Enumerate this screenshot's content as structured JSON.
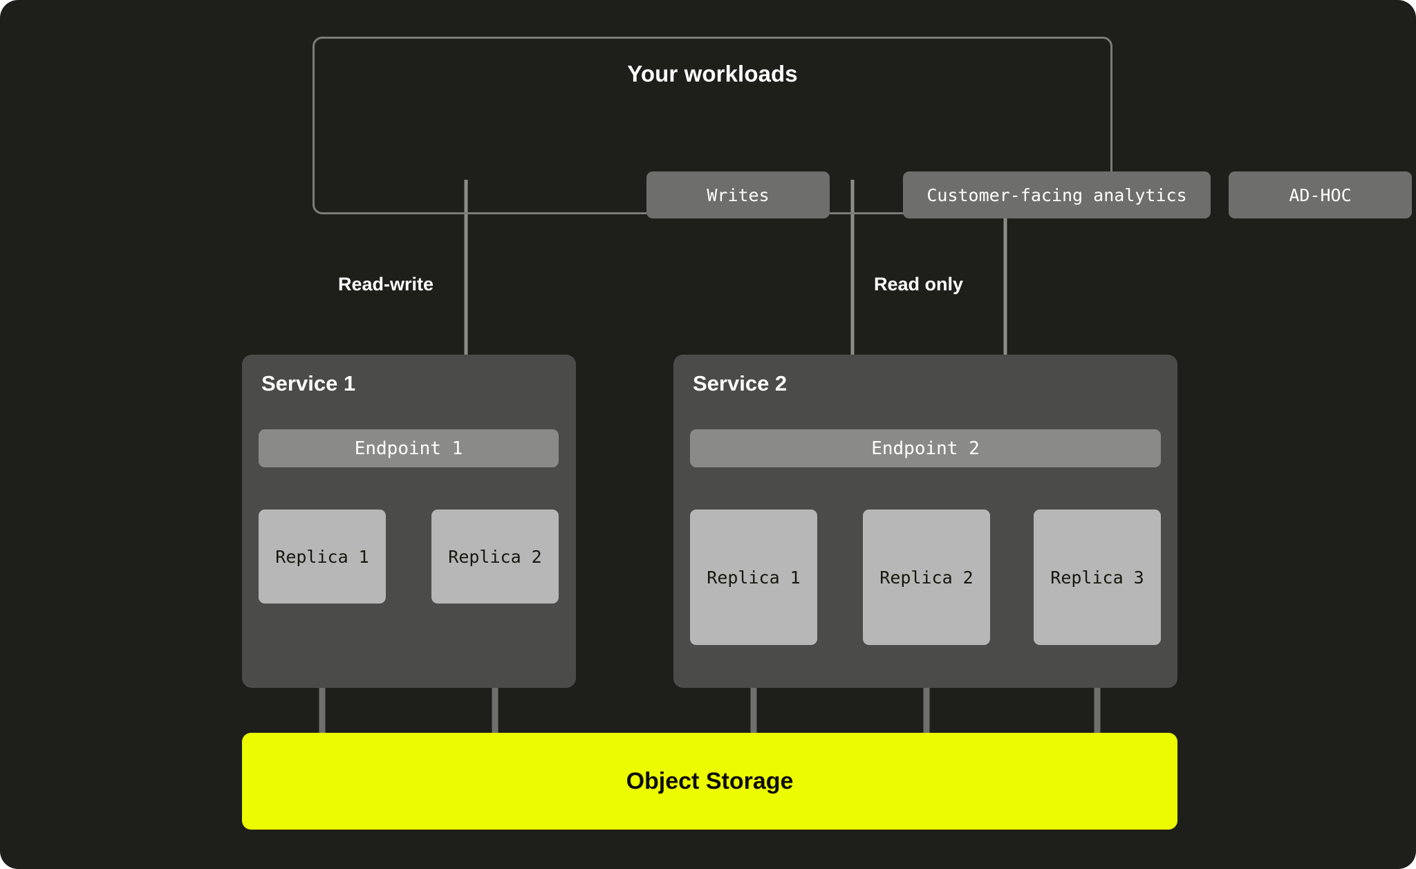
{
  "diagram": {
    "title": "Your workloads",
    "background_color": "#1e1f1b",
    "accent_color": "#edfb00"
  },
  "workloads": {
    "title": "Your workloads",
    "boxes": [
      {
        "label": "Writes"
      },
      {
        "label": "Customer-facing analytics"
      },
      {
        "label": "AD-HOC"
      }
    ]
  },
  "flows": [
    {
      "label": "Read-write"
    },
    {
      "label": "Read only"
    }
  ],
  "services": [
    {
      "title": "Service 1",
      "endpoint": "Endpoint 1",
      "replicas": [
        {
          "label": "Replica 1"
        },
        {
          "label": "Replica 2"
        }
      ]
    },
    {
      "title": "Service 2",
      "endpoint": "Endpoint 2",
      "replicas": [
        {
          "label": "Replica 1"
        },
        {
          "label": "Replica 2"
        },
        {
          "label": "Replica 3"
        }
      ]
    }
  ],
  "storage": {
    "label": "Object Storage",
    "color": "#edfb00"
  }
}
